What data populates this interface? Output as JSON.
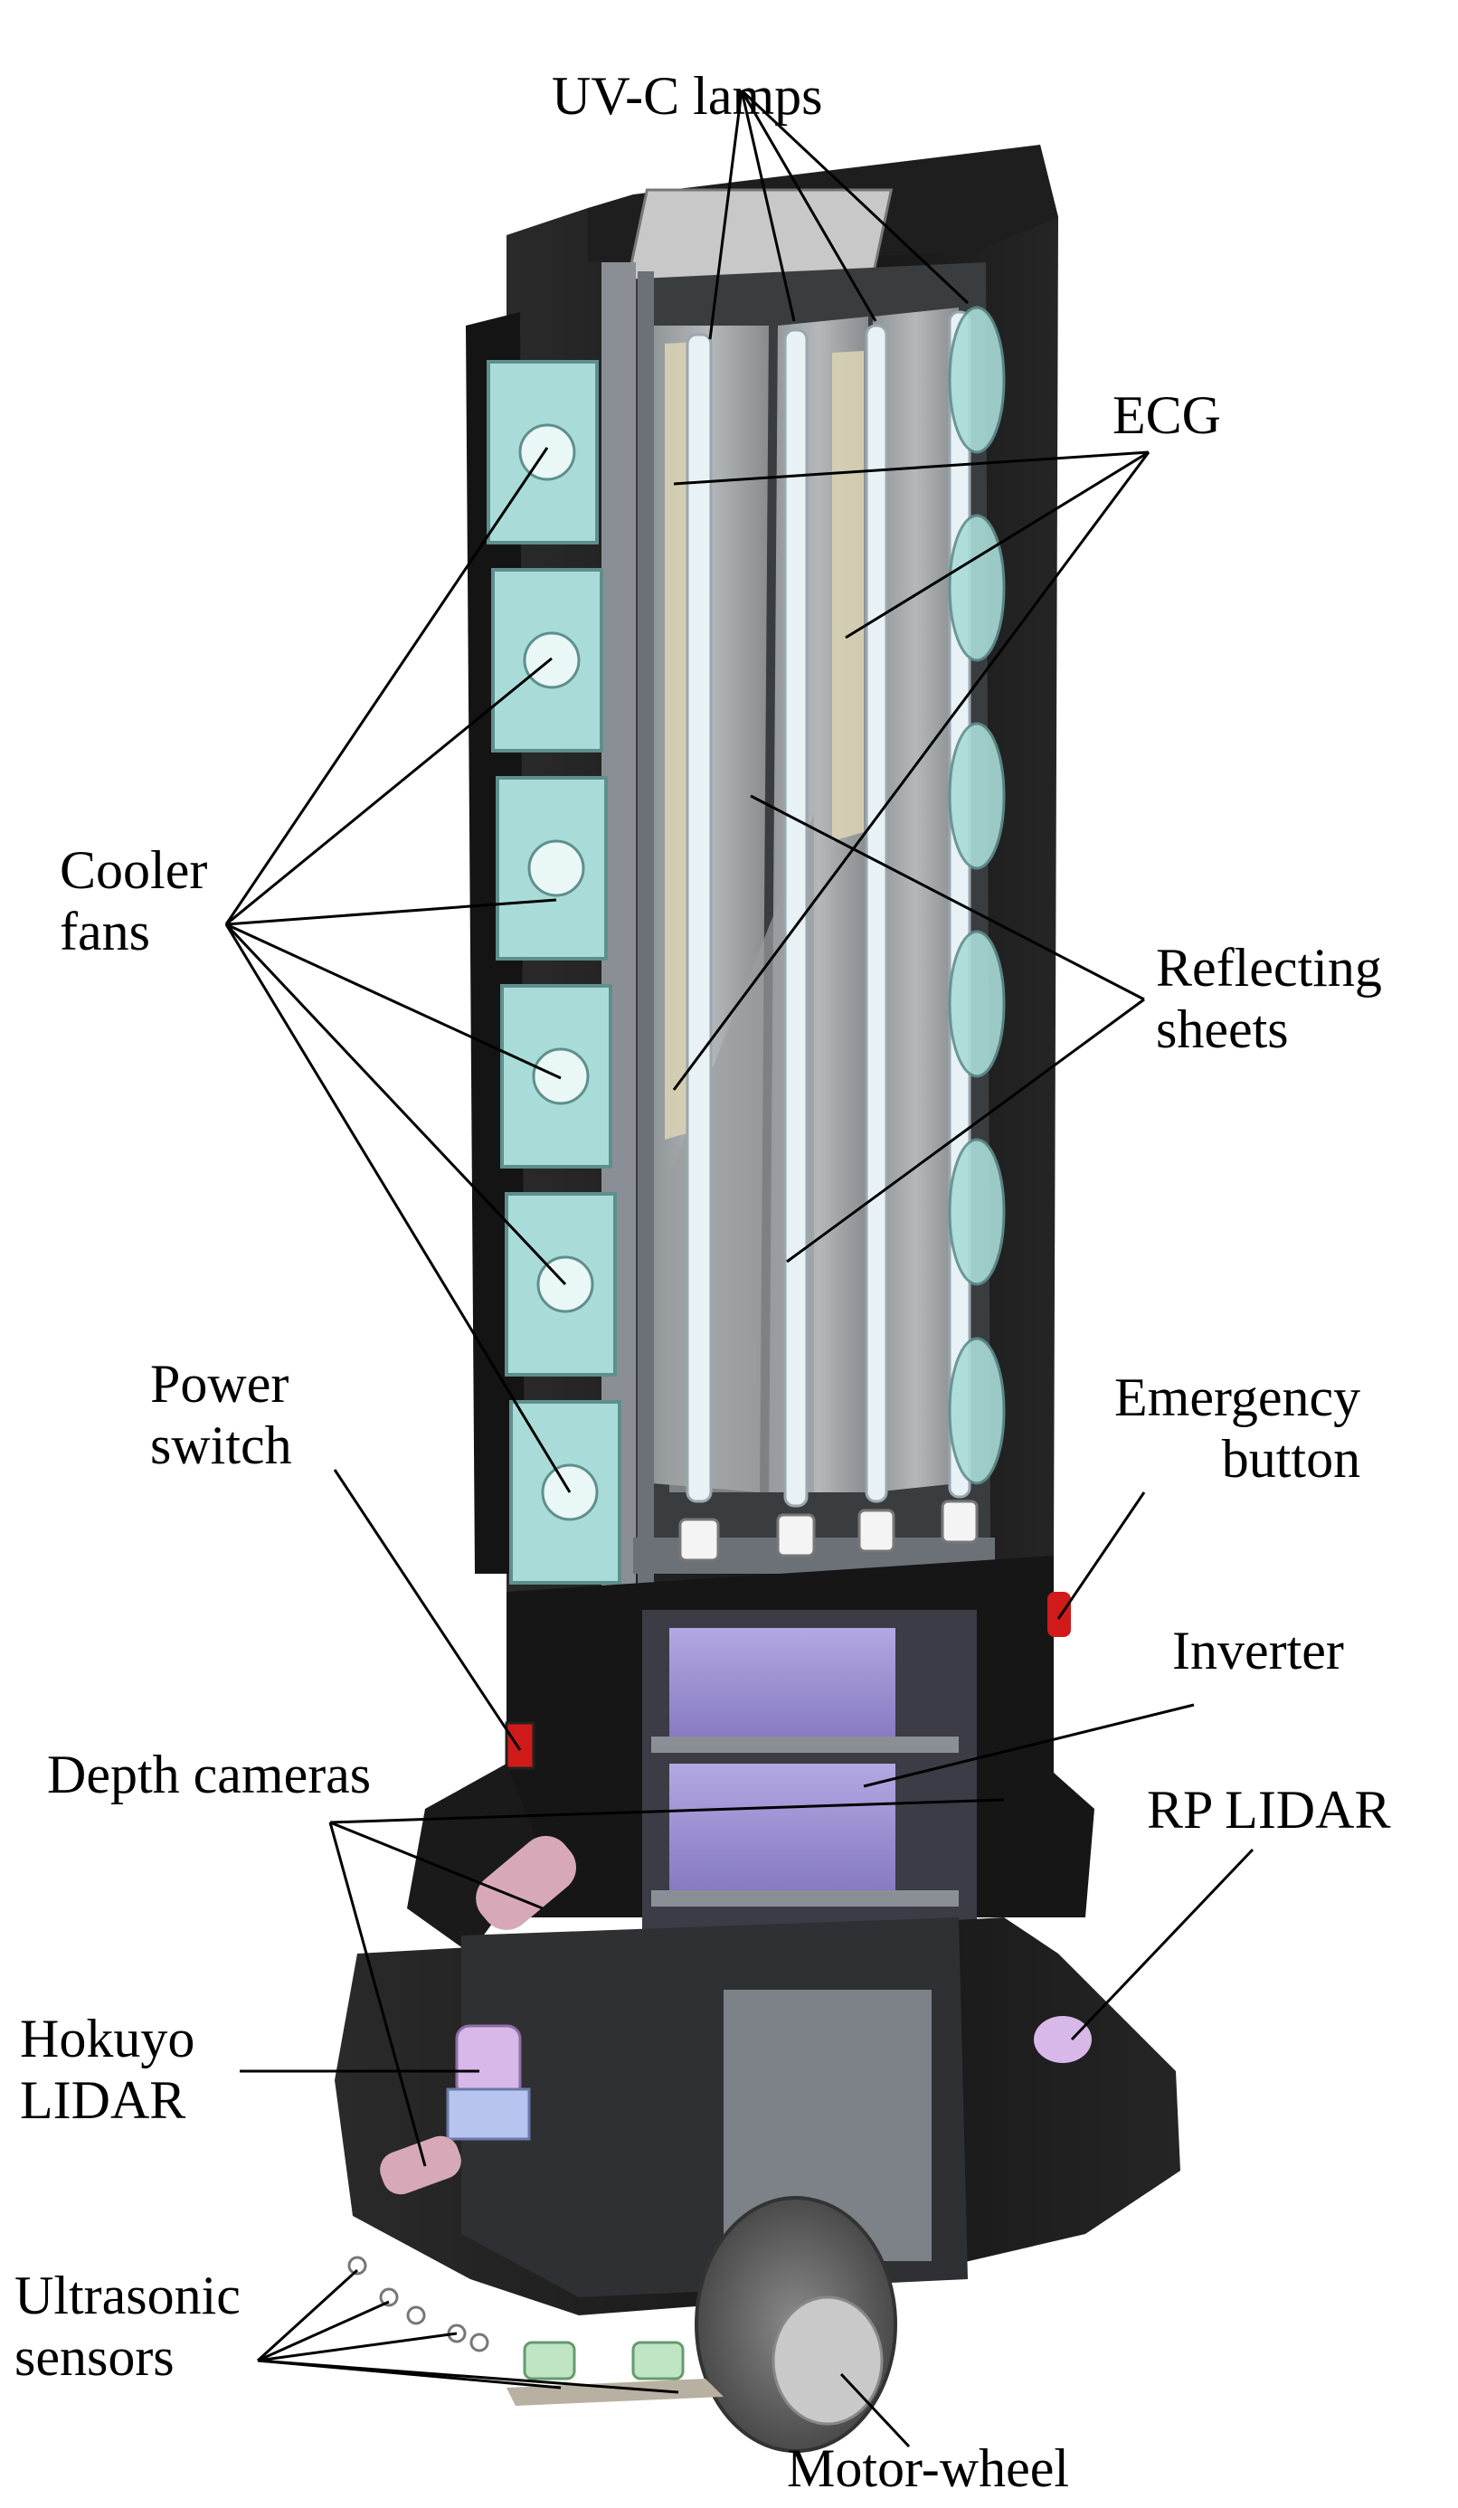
{
  "labels": {
    "uvc_lamps": "UV-C lamps",
    "ecg": "ECG",
    "cooler_fans": "Cooler\nfans",
    "reflecting_sheets": "Reflecting\nsheets",
    "power_switch": "Power\nswitch",
    "emergency_button": "Emergency\nbutton",
    "inverter": "Inverter",
    "depth_cameras": "Depth cameras",
    "rp_lidar": "RP LIDAR",
    "hokuyo_lidar": "Hokuyo\nLIDAR",
    "ultrasonic_sensors": "Ultrasonic\nsensors",
    "motor_wheel": "Motor-wheel"
  },
  "colors": {
    "body": "#1b1b1b",
    "frame": "#8a8f96",
    "fan": "#a9dcd8",
    "lamp": "#e8f1f6",
    "sheet": "#a7abad",
    "battery": "#9c8fd2",
    "lidar": "#d8b8e8",
    "camera": "#d7a9b8",
    "wheel": "#6f6f6f",
    "hub": "#c9c9c9",
    "red": "#d11a1a"
  }
}
